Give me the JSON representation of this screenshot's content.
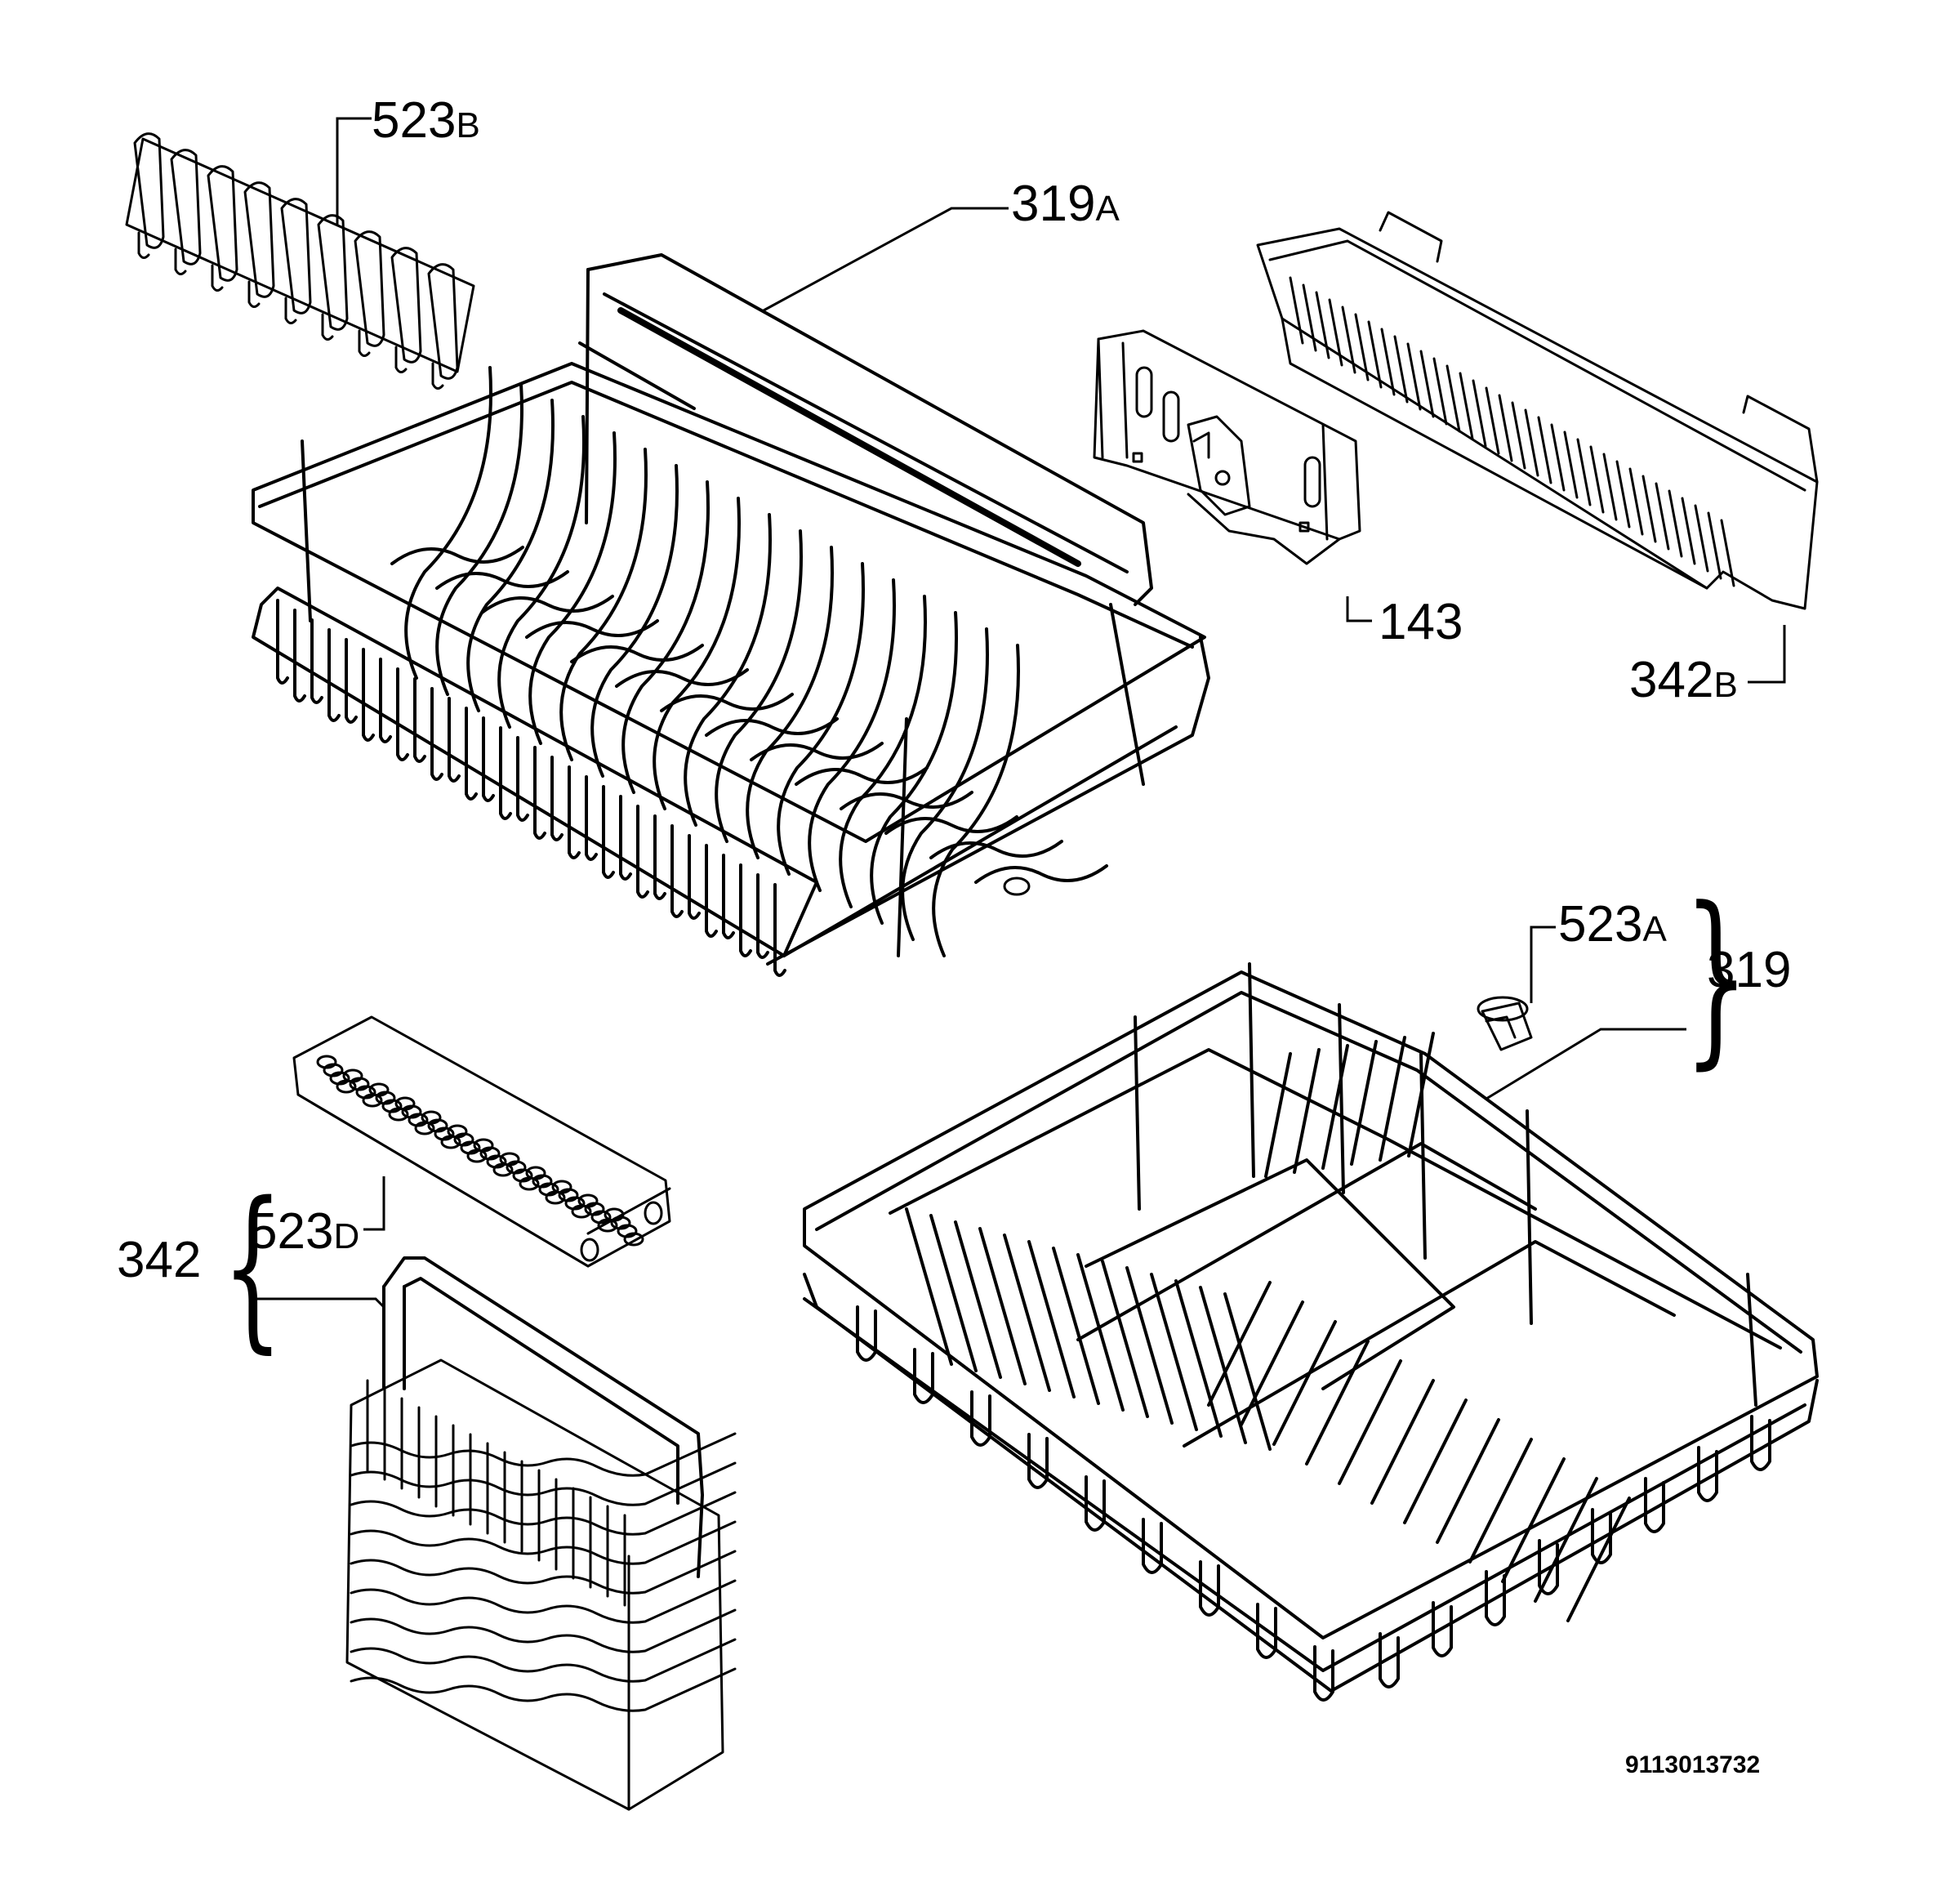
{
  "diagram": {
    "drawing_number": "9113013732",
    "callouts": [
      {
        "id": "c523b",
        "number": "523",
        "suffix": "B"
      },
      {
        "id": "c319a",
        "number": "319",
        "suffix": "A"
      },
      {
        "id": "c143",
        "number": "143",
        "suffix": ""
      },
      {
        "id": "c342b",
        "number": "342",
        "suffix": "B"
      },
      {
        "id": "c523a",
        "number": "523",
        "suffix": "A"
      },
      {
        "id": "c319",
        "number": "319",
        "suffix": ""
      },
      {
        "id": "c523d",
        "number": "523",
        "suffix": "D"
      },
      {
        "id": "c342",
        "number": "342",
        "suffix": ""
      }
    ],
    "parts": [
      {
        "name": "cup-rack-insert",
        "callout": "523B"
      },
      {
        "name": "upper-basket",
        "callout": "319A"
      },
      {
        "name": "basket-adjuster",
        "callout": "143"
      },
      {
        "name": "knife-basket",
        "callout": "342B"
      },
      {
        "name": "wheel",
        "callout": "523A"
      },
      {
        "name": "lower-basket",
        "callout": "319"
      },
      {
        "name": "cutlery-grid",
        "callout": "523D"
      },
      {
        "name": "cutlery-basket",
        "callout": "342"
      }
    ]
  }
}
